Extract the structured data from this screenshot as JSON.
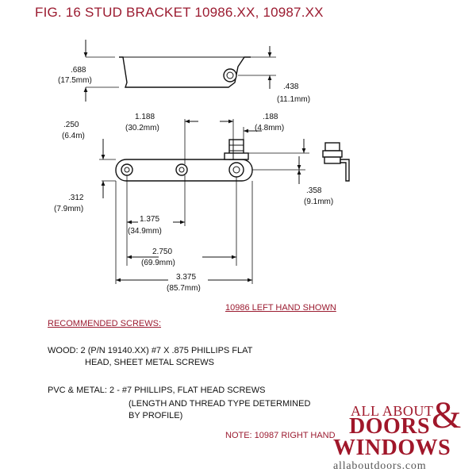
{
  "title": "FIG. 16  STUD BRACKET 10986.XX, 10987.XX",
  "dimensions": {
    "top_height_in": ".688",
    "top_height_mm": "(17.5mm)",
    "top_hole_in": ".438",
    "top_hole_mm": "(11.1mm)",
    "bracket_top_in": ".250",
    "bracket_top_mm": "(6.4m)",
    "hole_spacing_in": "1.188",
    "hole_spacing_mm": "(30.2mm)",
    "stud_in": ".188",
    "stud_mm": "(4.8mm)",
    "left_edge_in": ".312",
    "left_edge_mm": "(7.9mm)",
    "stud_height_in": ".358",
    "stud_height_mm": "(9.1mm)",
    "half_len_in": "1.375",
    "half_len_mm": "(34.9mm)",
    "hole_len_in": "2.750",
    "hole_len_mm": "(69.9mm)",
    "total_len_in": "3.375",
    "total_len_mm": "(85.7mm)"
  },
  "notes": {
    "hand_shown": "10986 LEFT HAND SHOWN",
    "recommended_header": "RECOMMENDED SCREWS:",
    "wood_line1": "WOOD: 2 (P/N 19140.XX) #7 X .875 PHILLIPS FLAT",
    "wood_line2": "HEAD, SHEET METAL SCREWS",
    "pvc_line1": "PVC & METAL: 2 - #7 PHILLIPS, FLAT HEAD SCREWS",
    "pvc_line2": "(LENGTH AND THREAD TYPE DETERMINED",
    "pvc_line3": "BY PROFILE)",
    "right_hand_note": "NOTE: 10987 RIGHT HAND"
  },
  "logo": {
    "line1": "ALL ABOUT",
    "ampersand": "&",
    "line2": "DOORS",
    "line3": "WINDOWS",
    "url": "allaboutdoors.com"
  },
  "colors": {
    "accent": "#9b1b30"
  }
}
